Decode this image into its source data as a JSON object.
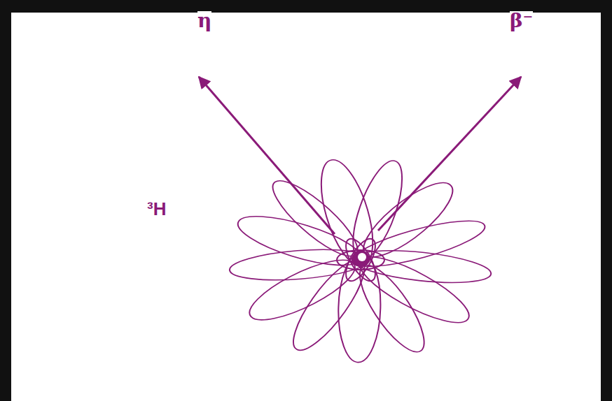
{
  "diagram": {
    "labels": [
      "³H",
      "η",
      "β⁻"
    ]
  }
}
